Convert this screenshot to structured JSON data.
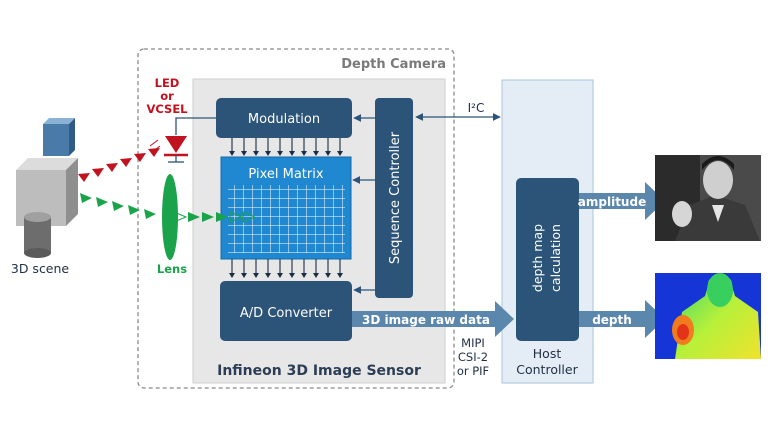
{
  "camera_title": "Depth Camera",
  "emitter_label": [
    "LED",
    "or",
    "VCSEL"
  ],
  "lens_label": "Lens",
  "scene_label": "3D scene",
  "blocks": {
    "modulation": "Modulation",
    "pixel_matrix": "Pixel Matrix",
    "sequence_controller": "Sequence Controller",
    "ad_converter": "A/D Converter",
    "depth_map": [
      "depth map",
      "calculation"
    ]
  },
  "sensor_label": "Infineon 3D Image Sensor",
  "host_label": [
    "Host",
    "Controller"
  ],
  "i2c_label": "I²C",
  "raw_data_label": "3D image raw data",
  "interface_label": [
    "MIPI",
    "CSI-2",
    "or PIF"
  ],
  "outputs": {
    "amplitude": "amplitude",
    "depth": "depth"
  },
  "colors": {
    "block": "#2c5378",
    "pixel_matrix": "#1f88d0",
    "sensor_bg": "#e7e7e7",
    "host_bg": "#e4edf6",
    "arrow": "#5b87ad",
    "emitter": "#c1121f",
    "lens": "#1aa34a"
  }
}
